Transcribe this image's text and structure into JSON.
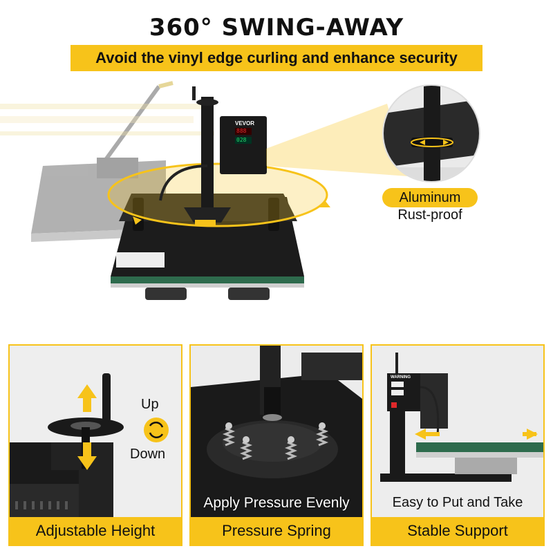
{
  "header": {
    "title": "360° SWING-AWAY",
    "subtitle": "Avoid the vinyl edge curling and enhance security"
  },
  "hero": {
    "brand": "VEVOR",
    "display_top": "888",
    "display_bottom": "028",
    "feature_label": "Aluminum",
    "feature_sub": "Rust-proof"
  },
  "panels": [
    {
      "label": "Adjustable Height",
      "up_text": "Up",
      "down_text": "Down"
    },
    {
      "label": "Pressure Spring",
      "overlay": "Apply Pressure Evenly"
    },
    {
      "label": "Stable Support",
      "overlay": "Easy to Put and Take",
      "warning": "WARNING"
    }
  ],
  "colors": {
    "accent": "#f7c31a",
    "machine": "#1a1a1a",
    "led_red": "#e0282a",
    "led_green": "#27d36a"
  }
}
